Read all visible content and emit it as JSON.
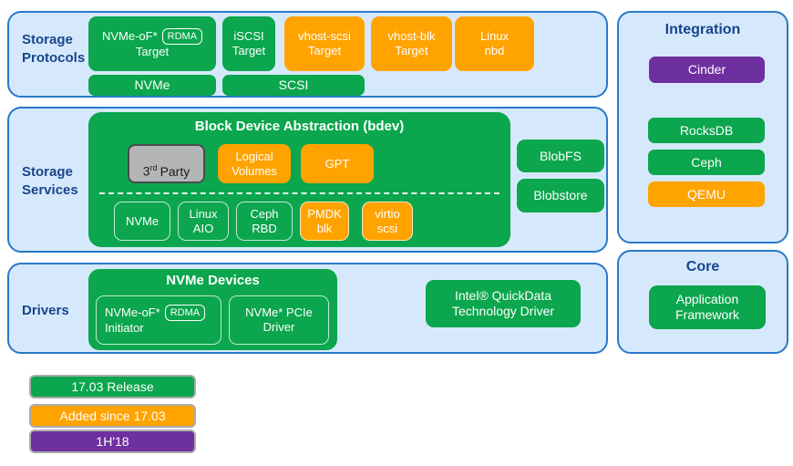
{
  "colors": {
    "green": "#0BA64D",
    "orange": "#FFA300",
    "purple": "#6E2F9F",
    "panel_background": "#D6E9FC",
    "panel_border": "#2979C8",
    "section_label_navy": "#17458C",
    "gray_box": "#B3B5B7"
  },
  "storage_protocols": {
    "label": "Storage Protocols",
    "nvmeof_target": {
      "line1": "NVMe-oF*",
      "badge": "RDMA",
      "line2": "Target"
    },
    "iscsi_target": "iSCSI\nTarget",
    "vhost_scsi_target": "vhost-scsi\nTarget",
    "vhost_blk_target": "vhost-blk\nTarget",
    "linux_nbd": "Linux\nnbd",
    "nvme_bar": "NVMe",
    "scsi_bar": "SCSI"
  },
  "storage_services": {
    "label": "Storage Services",
    "bdev_title": "Block Device Abstraction (bdev)",
    "third_party": {
      "base": "3",
      "sup": "rd",
      "rest": "Party"
    },
    "logical_volumes": "Logical\nVolumes",
    "gpt": "GPT",
    "nvme": "NVMe",
    "linux_aio": "Linux\nAIO",
    "ceph_rbd": "Ceph\nRBD",
    "pmdk_blk": "PMDK\nblk",
    "virtio_scsi": "virtio\nscsi",
    "blobfs": "BlobFS",
    "blobstore": "Blobstore"
  },
  "drivers": {
    "label": "Drivers",
    "devices_title": "NVMe Devices",
    "nvmeof_initiator": {
      "line1": "NVMe-oF*",
      "badge": "RDMA",
      "line2": "Initiator"
    },
    "nvme_pcie_driver": "NVMe* PCIe\nDriver",
    "quickdata_driver": "Intel® QuickData\nTechnology Driver"
  },
  "integration": {
    "title": "Integration",
    "cinder": "Cinder",
    "rocksdb": "RocksDB",
    "ceph": "Ceph",
    "qemu": "QEMU"
  },
  "core": {
    "title": "Core",
    "application_framework": "Application\nFramework"
  },
  "legend": {
    "release": "17.03 Release",
    "added": "Added since 17.03",
    "h1_18": "1H'18"
  }
}
